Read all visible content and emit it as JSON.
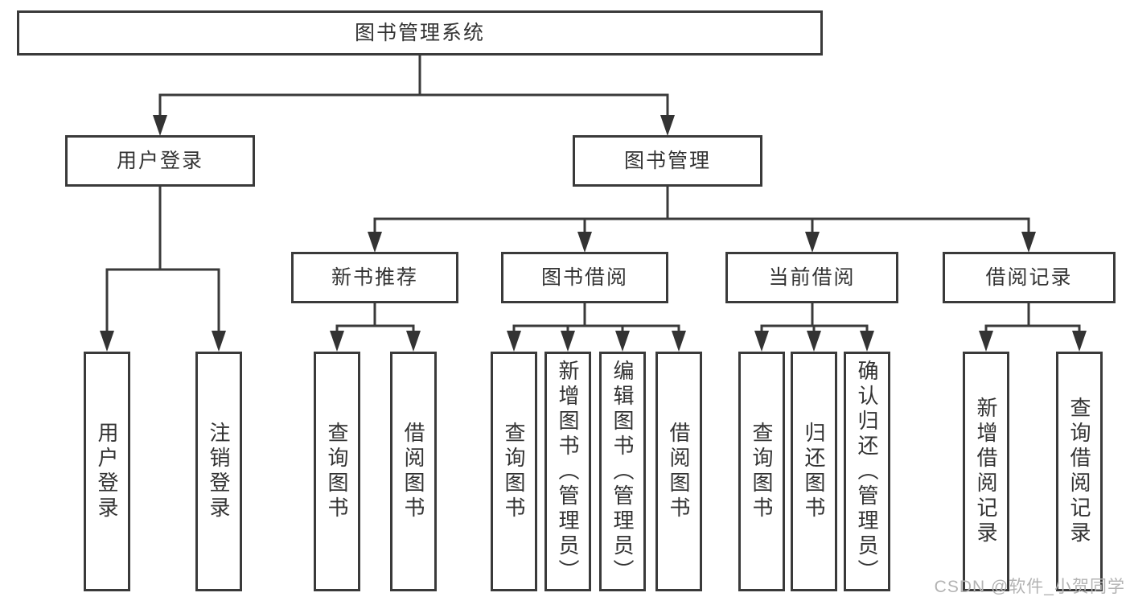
{
  "tree": {
    "root": {
      "label": "图书管理系统"
    },
    "branches": [
      {
        "label": "用户登录",
        "children": [
          {
            "label": "用户登录"
          },
          {
            "label": "注销登录"
          }
        ]
      },
      {
        "label": "图书管理",
        "children": [
          {
            "label": "新书推荐",
            "children": [
              {
                "label": "查询图书"
              },
              {
                "label": "借阅图书"
              }
            ]
          },
          {
            "label": "图书借阅",
            "children": [
              {
                "label": "查询图书"
              },
              {
                "label": "新增图书（管理员）"
              },
              {
                "label": "编辑图书（管理员）"
              },
              {
                "label": "借阅图书"
              }
            ]
          },
          {
            "label": "当前借阅",
            "children": [
              {
                "label": "查询图书"
              },
              {
                "label": "归还图书"
              },
              {
                "label": "确认归还（管理员）"
              }
            ]
          },
          {
            "label": "借阅记录",
            "children": [
              {
                "label": "新增借阅记录"
              },
              {
                "label": "查询借阅记录"
              }
            ]
          }
        ]
      }
    ]
  },
  "watermark": {
    "text": "CSDN @软件_小贺同学"
  },
  "colors": {
    "line": "#3a3a3a",
    "text": "#333333",
    "box_background": "#ffffff",
    "watermark": "#b3b3b3",
    "background": "#ffffff"
  }
}
